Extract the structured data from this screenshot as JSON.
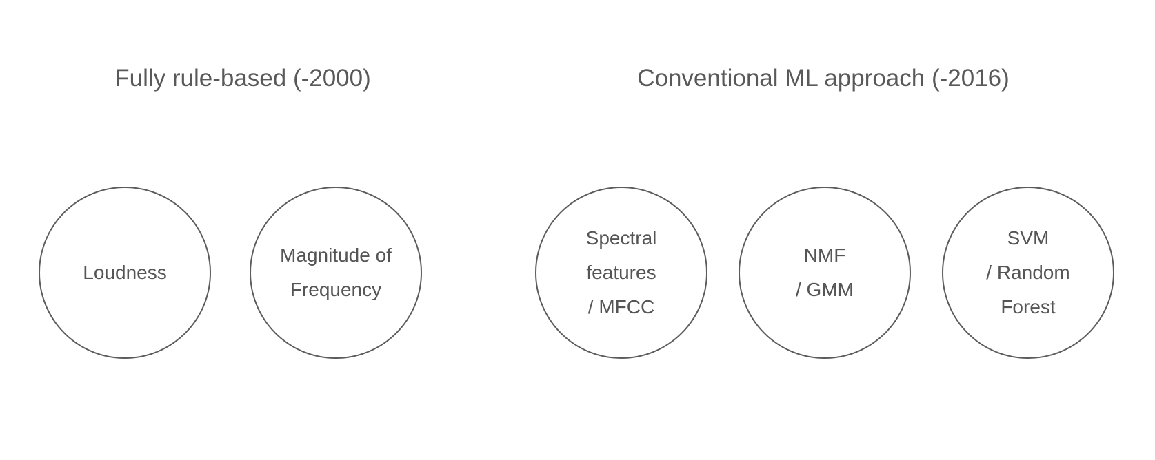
{
  "groups": [
    {
      "title": "Fully rule-based (-2000)",
      "items": [
        {
          "lines": [
            "Loudness"
          ]
        },
        {
          "lines": [
            "Magnitude of",
            "Frequency"
          ]
        }
      ]
    },
    {
      "title": "Conventional ML approach (-2016)",
      "items": [
        {
          "lines": [
            "Spectral",
            "features",
            "/ MFCC"
          ]
        },
        {
          "lines": [
            "NMF",
            "/ GMM"
          ]
        },
        {
          "lines": [
            "SVM",
            "/ Random",
            "Forest"
          ]
        }
      ]
    }
  ],
  "colors": {
    "text": "#5a5a5a",
    "circle_stroke": "#5c5c5c",
    "background": "#ffffff"
  }
}
